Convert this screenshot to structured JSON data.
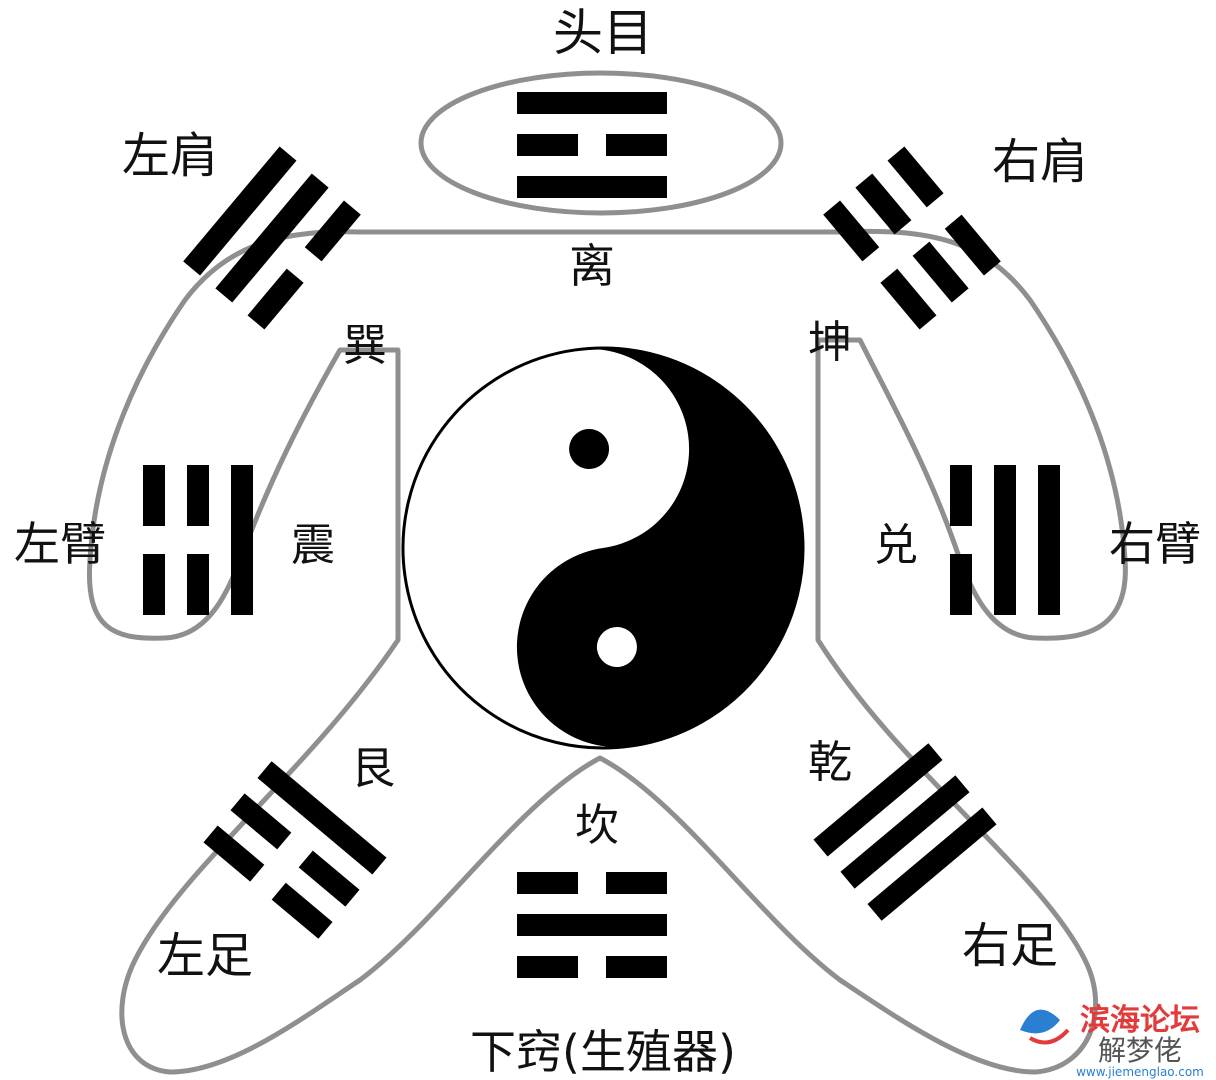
{
  "colors": {
    "background": "#ffffff",
    "ink": "#000000",
    "outline": "#8f8f8f",
    "watermark_red": "#e23b3b",
    "watermark_blue": "#2b7fd1"
  },
  "labels": {
    "head": "头目",
    "li": "离",
    "left_shoulder": "左肩",
    "right_shoulder": "右肩",
    "xun": "巽",
    "kun": "坤",
    "left_arm": "左臂",
    "zhen": "震",
    "dui": "兑",
    "right_arm": "右臂",
    "gen": "艮",
    "qian": "乾",
    "kan": "坎",
    "left_foot": "左足",
    "right_foot": "右足",
    "groin": "下窍(生殖器)"
  },
  "trigrams": {
    "li": {
      "lines": [
        "solid",
        "broken",
        "solid"
      ]
    },
    "xun": {
      "lines": [
        "solid",
        "solid",
        "broken"
      ]
    },
    "kun": {
      "lines": [
        "broken",
        "broken",
        "broken"
      ]
    },
    "zhen": {
      "lines": [
        "broken",
        "broken",
        "solid"
      ]
    },
    "dui": {
      "lines": [
        "broken",
        "solid",
        "solid"
      ]
    },
    "gen": {
      "lines": [
        "solid",
        "broken",
        "broken"
      ]
    },
    "qian": {
      "lines": [
        "solid",
        "solid",
        "solid"
      ]
    },
    "kan": {
      "lines": [
        "broken",
        "solid",
        "broken"
      ]
    }
  },
  "watermark": {
    "title": "滨海论坛",
    "overlay": "解梦佬",
    "url": "www.jiemenglao.com"
  },
  "icons": [
    "yin-yang-icon",
    "watermark-logo-icon"
  ]
}
